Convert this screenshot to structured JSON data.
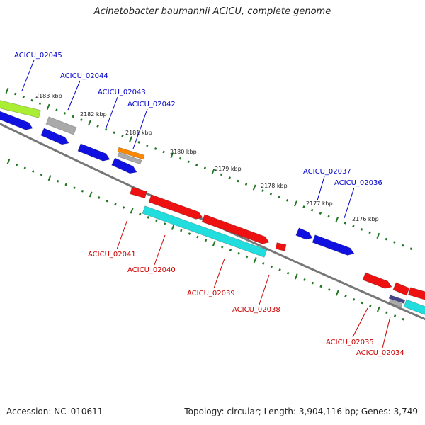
{
  "title": "Acinetobacter baumannii ACICU, complete genome",
  "footer": {
    "accession": "Accession: NC_010611",
    "topology": "Topology: circular; Length: 3,904,116 bp; Genes: 3,749"
  },
  "colors": {
    "forward_gene": "#1010e0",
    "reverse_gene": "#ee1111",
    "cyan_gene": "#22dddd",
    "green_gene": "#aaee33",
    "grey_gene": "#aaaaaa",
    "orange_gene": "#ff8800",
    "navy_gene": "#444488",
    "forward_label": "#0000cc",
    "reverse_label": "#cc0000",
    "backbone": "#777777",
    "tick": "#227722"
  },
  "kbp_labels": [
    {
      "id": "2183",
      "text": "2183 kbp"
    },
    {
      "id": "2182",
      "text": "2182 kbp"
    },
    {
      "id": "2181",
      "text": "2181 kbp"
    },
    {
      "id": "2180",
      "text": "2180 kbp"
    },
    {
      "id": "2179",
      "text": "2179 kbp"
    },
    {
      "id": "2178",
      "text": "2178 kbp"
    },
    {
      "id": "2177",
      "text": "2177 kbp"
    },
    {
      "id": "2176",
      "text": "2176 kbp"
    }
  ],
  "gene_labels": [
    {
      "id": "02045",
      "text": "ACICU_02045",
      "strand": "forward"
    },
    {
      "id": "02044",
      "text": "ACICU_02044",
      "strand": "forward"
    },
    {
      "id": "02043",
      "text": "ACICU_02043",
      "strand": "forward"
    },
    {
      "id": "02042",
      "text": "ACICU_02042",
      "strand": "forward"
    },
    {
      "id": "02037",
      "text": "ACICU_02037",
      "strand": "forward"
    },
    {
      "id": "02036",
      "text": "ACICU_02036",
      "strand": "forward"
    },
    {
      "id": "02041",
      "text": "ACICU_02041",
      "strand": "reverse"
    },
    {
      "id": "02040",
      "text": "ACICU_02040",
      "strand": "reverse"
    },
    {
      "id": "02039",
      "text": "ACICU_02039",
      "strand": "reverse"
    },
    {
      "id": "02038",
      "text": "ACICU_02038",
      "strand": "reverse"
    },
    {
      "id": "02035",
      "text": "ACICU_02035",
      "strand": "reverse"
    },
    {
      "id": "02034",
      "text": "ACICU_02034",
      "strand": "reverse"
    }
  ]
}
